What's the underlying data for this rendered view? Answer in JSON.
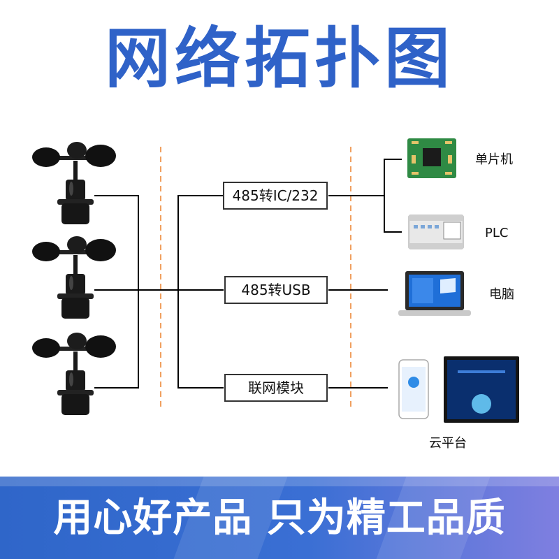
{
  "title": "网络拓扑图",
  "converters": [
    {
      "label": "485转IC/232"
    },
    {
      "label": "485转USB"
    },
    {
      "label": "联网模块"
    }
  ],
  "devices": [
    {
      "label": "单片机"
    },
    {
      "label": "PLC"
    },
    {
      "label": "电脑"
    },
    {
      "label": "云平台"
    }
  ],
  "slogan": "用心好产品 只为精工品质",
  "colors": {
    "title": "#2f62c8",
    "divider": "#f0a060",
    "banner_start": "#2f66c9",
    "banner_end": "#7f7fe0",
    "line": "#000000"
  }
}
